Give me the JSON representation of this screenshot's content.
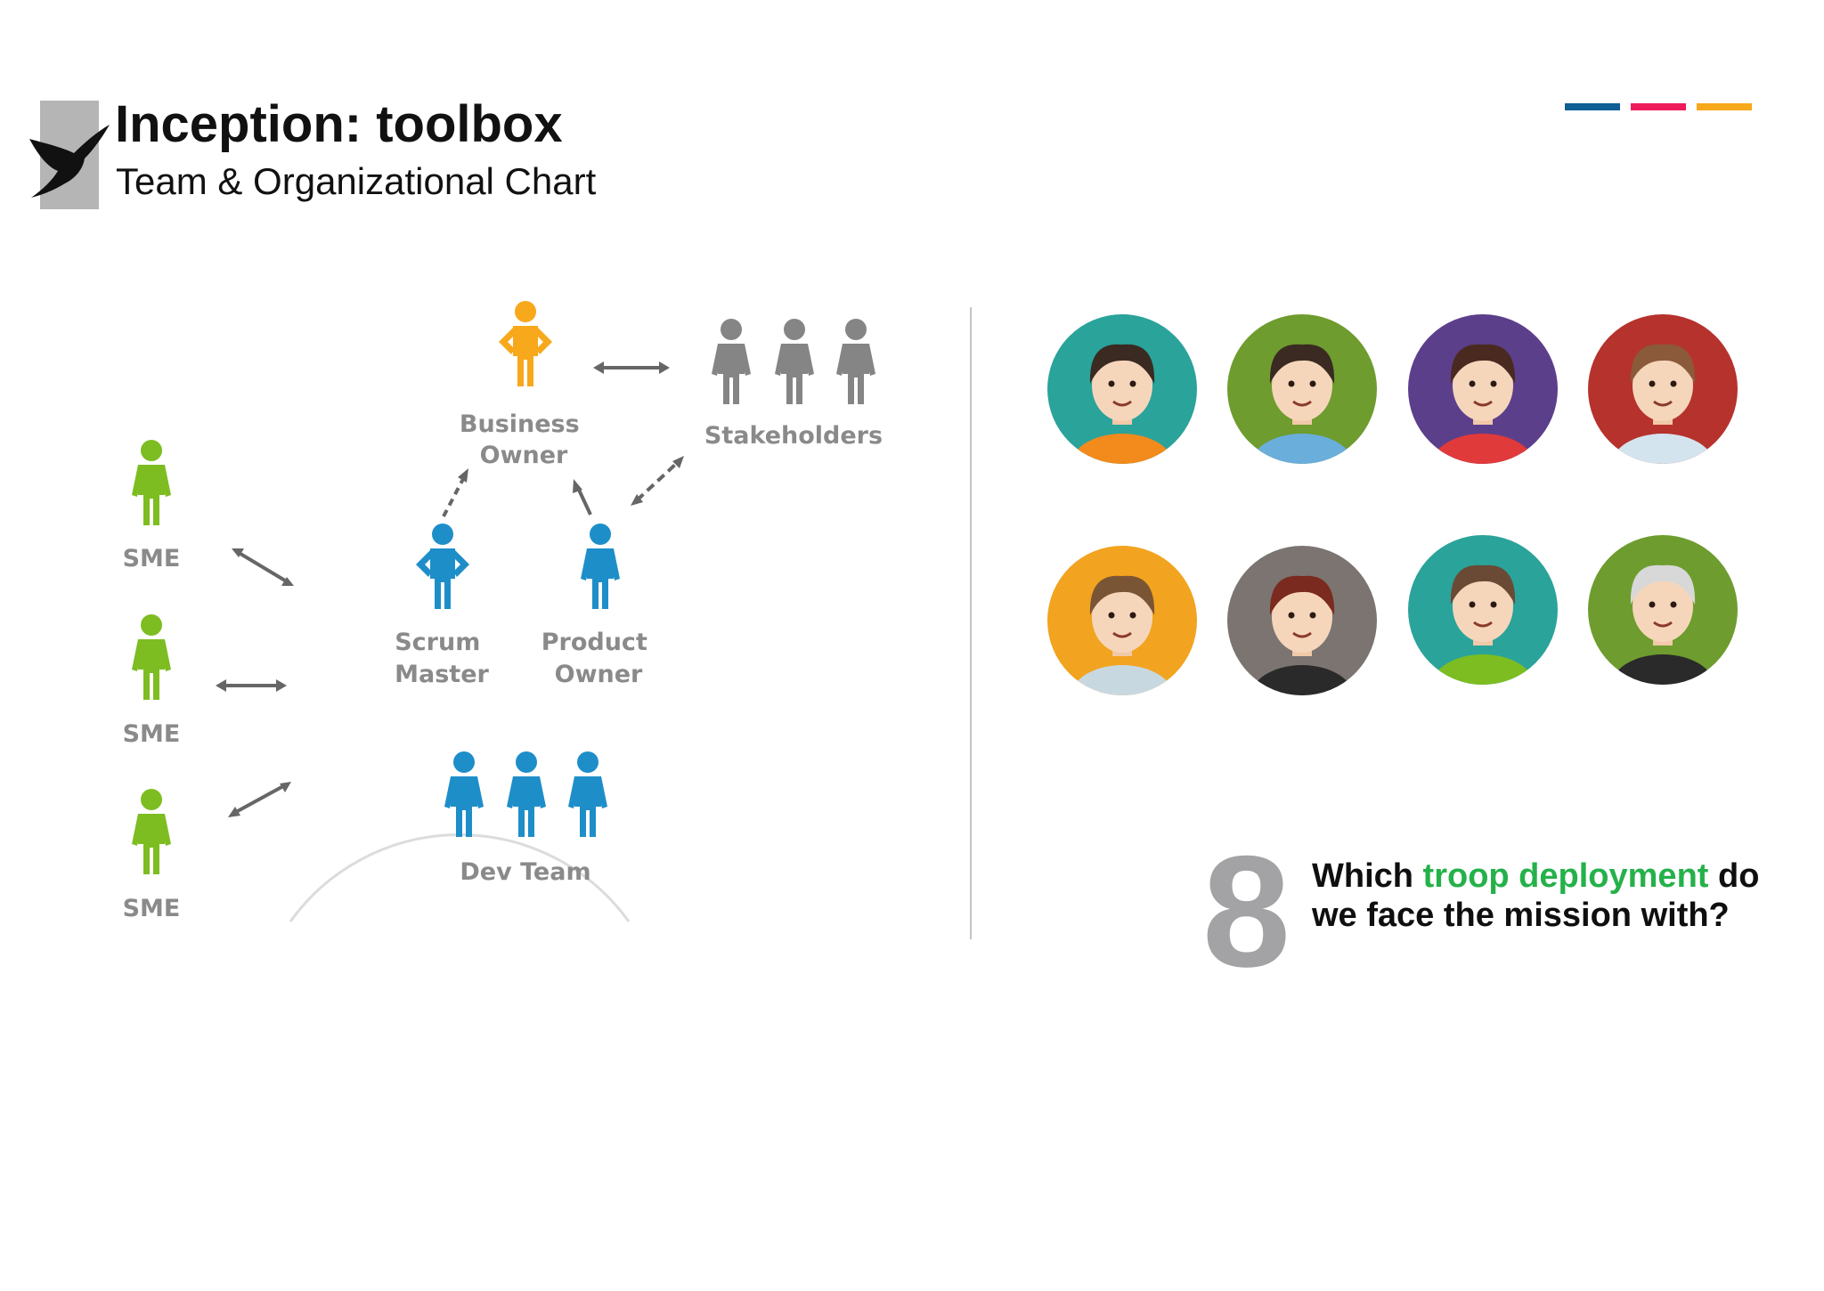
{
  "header": {
    "title": "Inception: toolbox",
    "subtitle": "Team & Organizational Chart",
    "bar_colors": [
      "#0f5f95",
      "#ee1c5c",
      "#f7a81b"
    ]
  },
  "diagram": {
    "business_owner": [
      "Business",
      "Owner"
    ],
    "stakeholders": "Stakeholders",
    "scrum_master": [
      "Scrum",
      "Master"
    ],
    "product_owner": [
      "Product",
      "Owner"
    ],
    "dev_team": "Dev Team",
    "sme": [
      "SME",
      "SME",
      "SME"
    ],
    "colors": {
      "owner": "#f7a81b",
      "stakeholders": "#858585",
      "team": "#1e8ec9",
      "sme": "#7dbd21"
    }
  },
  "avatars": [
    {
      "name": "avatar-woman-bun-teal",
      "bg": "#2aa39a"
    },
    {
      "name": "avatar-woman-green",
      "bg": "#6e9c2e"
    },
    {
      "name": "avatar-woman-purple",
      "bg": "#5c3f8b"
    },
    {
      "name": "avatar-man-red",
      "bg": "#b6322d"
    },
    {
      "name": "avatar-man-orange",
      "bg": "#f2a31f"
    },
    {
      "name": "avatar-man-beard-grey",
      "bg": "#7b7471"
    },
    {
      "name": "avatar-woman-bun-teal-2",
      "bg": "#2aa39a"
    },
    {
      "name": "avatar-old-man-green",
      "bg": "#6e9c2e"
    }
  ],
  "question": {
    "number": "8",
    "before": "Which ",
    "highlight": "troop deployment",
    "after": " do we face the mission with?"
  }
}
